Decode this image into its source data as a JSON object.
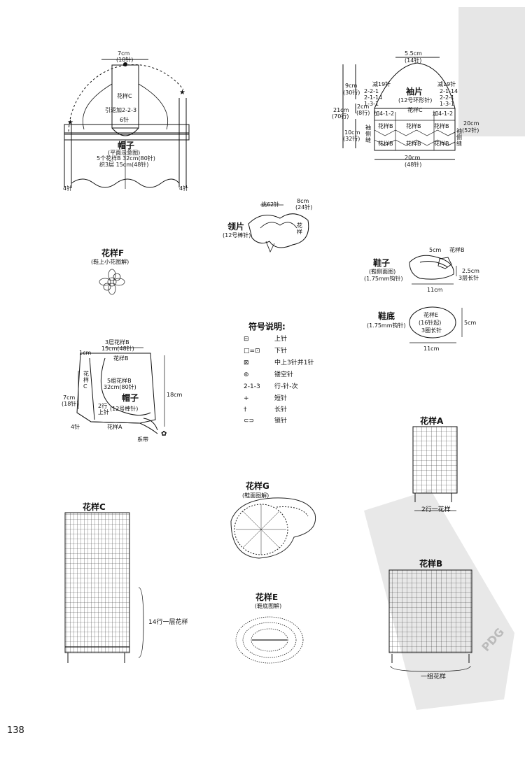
{
  "hat_front": {
    "top_width": "7cm",
    "top_stitches": "(18针)",
    "pattern_c": "花样C",
    "shaping": "引返加2-2-3",
    "center_stitches": "6针",
    "title": "帽子",
    "note": "(平面示意图)",
    "desc1": "5个花样B 32cm(80针)",
    "desc2": "织3层 15cm(48针)",
    "side_left": "4针",
    "side_right": "4针"
  },
  "sleeve": {
    "top_width": "5.5cm",
    "top_stitches": "(14针)",
    "title": "袖片",
    "needle": "(12号环形针)",
    "dec_left": "减19针",
    "dec_right": "减19针",
    "rule_left": "2-2-1\n2-1-14\n1-3-1",
    "rule_right": "2-1-14\n2-2-1\n1-3-1",
    "h_top": "9cm",
    "h_top_rows": "(30行)",
    "h_total": "21cm",
    "h_total_rows": "(70行)",
    "h_mid": "2cm",
    "h_mid_rows": "(8行)",
    "h_bottom": "10cm",
    "h_bottom_rows": "(32行)",
    "pattern_c": "花样C",
    "inc_left": "加4-1-2",
    "inc_right": "加4-1-2",
    "side_seam": "袖侧缝",
    "pattern_b": "花样B",
    "right_width": "20cm",
    "right_stitches": "(52针)",
    "bottom_width": "20cm",
    "bottom_stitches": "(48针)"
  },
  "collar": {
    "title": "领片",
    "needle": "(12号棒针)",
    "pickup": "挑62针",
    "width": "8cm",
    "stitches": "(24针)",
    "pattern": "花样"
  },
  "pattern_f": {
    "title": "花样F",
    "subtitle": "(鞋上小花图解)"
  },
  "shoe": {
    "title": "鞋子",
    "subtitle": "(鞋侧面图)",
    "hook": "(1.75mm钩针)",
    "top": "5cm",
    "pattern_b": "花样B",
    "height": "2.5cm",
    "rows": "3层长针",
    "length": "11cm"
  },
  "sole": {
    "title": "鞋底",
    "hook": "(1.75mm钩针)",
    "pattern": "花样E",
    "start": "(16针起)",
    "rows": "3圈长针",
    "height": "5cm",
    "length": "11cm"
  },
  "legend": {
    "title": "符号说明:",
    "items": [
      {
        "sym": "⊟",
        "label": "上针"
      },
      {
        "sym": "□=⊡",
        "label": "下针"
      },
      {
        "sym": "⊠",
        "label": "中上3针并1针"
      },
      {
        "sym": "⊚",
        "label": "镂空针"
      },
      {
        "sym": "2-1-3",
        "label": "行-针-次"
      },
      {
        "sym": "+",
        "label": "短针"
      },
      {
        "sym": "†",
        "label": "长针"
      },
      {
        "sym": "⊂⊃",
        "label": "锁针"
      }
    ]
  },
  "hat_side": {
    "top_label": "3层花样B",
    "top_size": "15cm(48针)",
    "margin": "1cm",
    "pattern_b": "花样B",
    "center1": "5组花样B",
    "center2": "32cm(80针)",
    "title": "帽子",
    "rows_a": "2行",
    "rows_b": "上针",
    "needle": "(12号棒针)",
    "left_size": "7cm",
    "left_stitches": "(18针)",
    "pattern_c": "花样C",
    "height": "18cm",
    "bottom_stitches": "4针",
    "pattern_a": "花样A",
    "strap": "系带"
  },
  "pattern_a": {
    "title": "花样A",
    "note": "2行一花样"
  },
  "pattern_g": {
    "title": "花样G",
    "subtitle": "(鞋面图解)"
  },
  "pattern_c": {
    "title": "花样C",
    "note": "14行一层花样"
  },
  "pattern_e": {
    "title": "花样E",
    "subtitle": "(鞋底图解)"
  },
  "pattern_b": {
    "title": "花样B",
    "note": "一组花样"
  },
  "page_number": "138",
  "watermark": "PDG"
}
